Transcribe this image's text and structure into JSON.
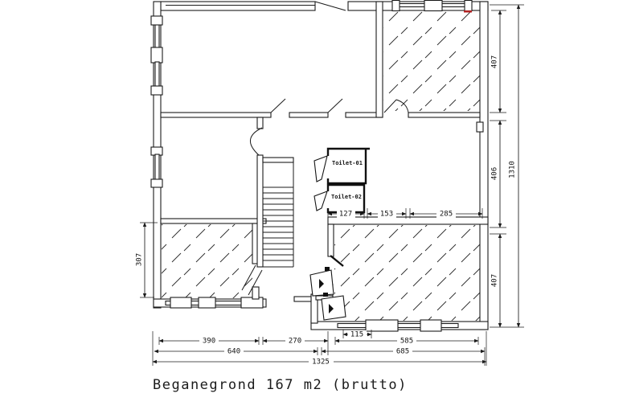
{
  "title": {
    "text": "Beganegrond 167 m2 (brutto)"
  },
  "rooms": {
    "toilet1_label": "Toilet-01",
    "toilet2_label": "Toilet-02"
  },
  "dimensions": {
    "right_top": "407",
    "right_middle": "406",
    "right_bottom": "407",
    "right_total": "1310",
    "left_room_height": "307",
    "toilet_width": "127",
    "hall_width": "153",
    "room_width": "285",
    "window_width": "115",
    "bottom_left": "390",
    "bottom_center": "270",
    "bottom_right": "585",
    "subtotal_left": "640",
    "subtotal_right": "685",
    "total_width": "1325"
  },
  "colors": {
    "line": "#1b1b1b",
    "background": "#ffffff",
    "accent_mark": "#b22222"
  }
}
